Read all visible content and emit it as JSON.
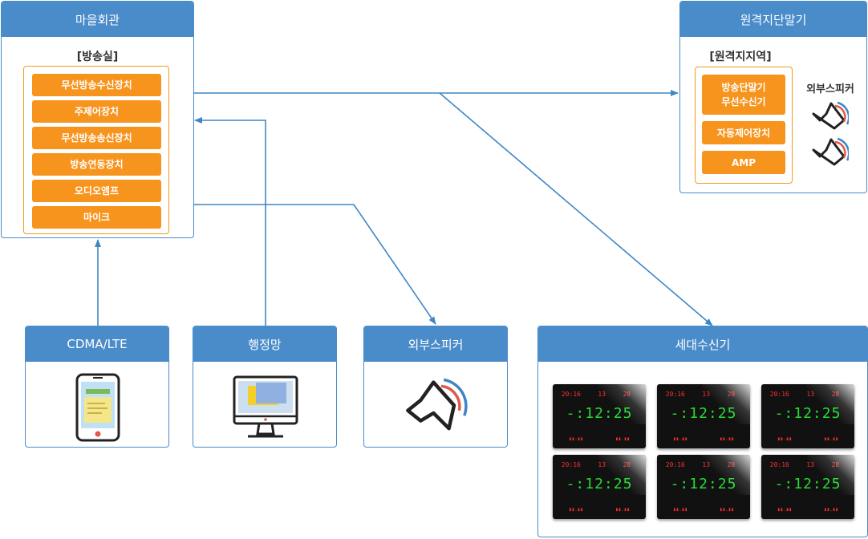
{
  "village_hall": {
    "title": "마을회관",
    "room": "[방송실]",
    "items": [
      "무선방송수신장치",
      "주제어장치",
      "무선방송송신장치",
      "방송연동장치",
      "오디오앰프",
      "마이크"
    ]
  },
  "remote_terminal": {
    "title": "원격지단말기",
    "area": "[원격지지역]",
    "items": [
      "방송단말기\n무선수신기",
      "자동제어장치",
      "AMP"
    ],
    "speaker_label": "외부스피커"
  },
  "cdma": {
    "title": "CDMA/LTE",
    "icon": "smartphone-icon"
  },
  "admin_network": {
    "title": "행정망",
    "icon": "monitor-icon"
  },
  "external_speaker": {
    "title": "외부스피커",
    "icon": "speaker-icon"
  },
  "household": {
    "title": "세대수신기",
    "clock": {
      "date": [
        "20:16",
        "13",
        "28"
      ],
      "time": "-:12:25"
    }
  },
  "colors": {
    "header": "#4a8bc9",
    "button": "#f7941d",
    "arrow": "#3f86c6"
  }
}
